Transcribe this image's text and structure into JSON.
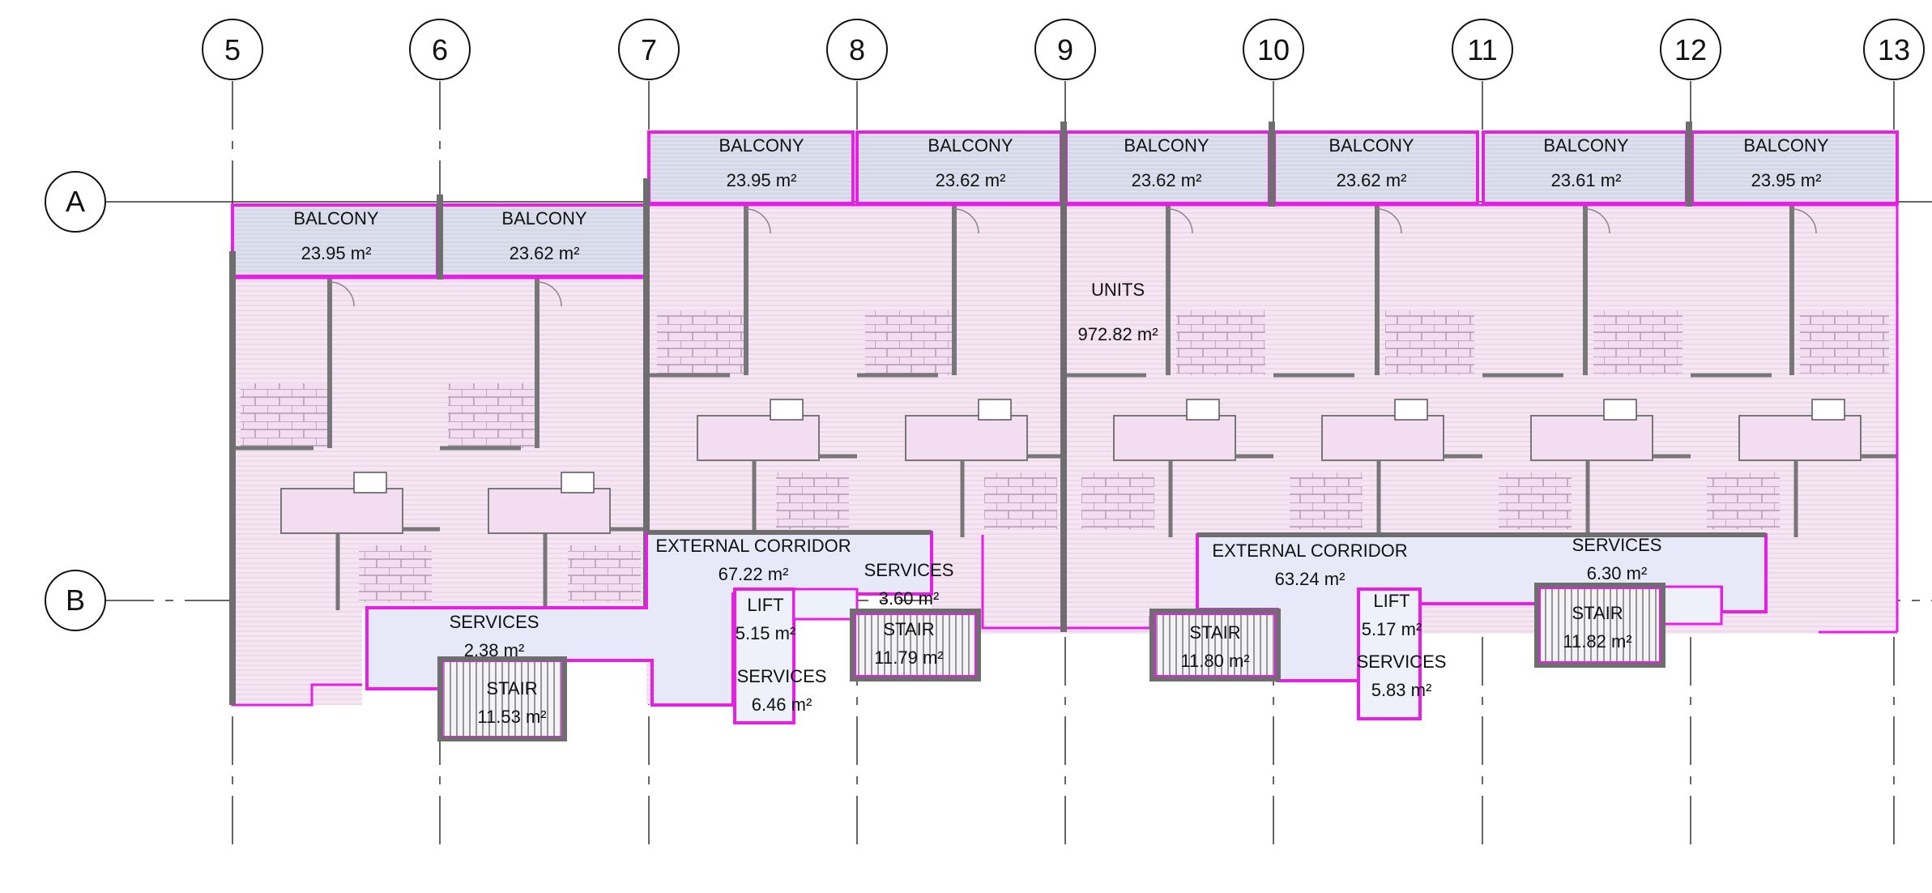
{
  "colors": {
    "unit_fill": "#f6e6f4",
    "area_outline": "#e61ee6",
    "balcony_fill": "#dde0ec",
    "corridor_fill": "#e7e9f8",
    "wall": "#6e6e6e",
    "grid_line": "#333333"
  },
  "grid": {
    "columns": [
      "5",
      "6",
      "7",
      "8",
      "9",
      "10",
      "11",
      "12",
      "13"
    ],
    "rows": [
      "A",
      "B"
    ]
  },
  "rooms": {
    "balcony_5_6": {
      "name": "BALCONY",
      "area": "23.95 m²"
    },
    "balcony_6_7": {
      "name": "BALCONY",
      "area": "23.62 m²"
    },
    "balcony_7_8": {
      "name": "BALCONY",
      "area": "23.95 m²"
    },
    "balcony_8_9": {
      "name": "BALCONY",
      "area": "23.62 m²"
    },
    "balcony_9_10": {
      "name": "BALCONY",
      "area": "23.62 m²"
    },
    "balcony_10_11": {
      "name": "BALCONY",
      "area": "23.62 m²"
    },
    "balcony_11_12": {
      "name": "BALCONY",
      "area": "23.61 m²"
    },
    "balcony_12_13": {
      "name": "BALCONY",
      "area": "23.95 m²"
    },
    "units": {
      "name": "UNITS",
      "area": "972.82 m²"
    },
    "corridor_west": {
      "name": "EXTERNAL CORRIDOR",
      "area": "67.22 m²"
    },
    "corridor_east": {
      "name": "EXTERNAL CORRIDOR",
      "area": "63.24 m²"
    },
    "services_1": {
      "name": "SERVICES",
      "area": "2.38 m²"
    },
    "services_2": {
      "name": "SERVICES",
      "area": "3.60 m²"
    },
    "services_3": {
      "name": "SERVICES",
      "area": "6.46 m²"
    },
    "services_4": {
      "name": "SERVICES",
      "area": "5.83 m²"
    },
    "services_5": {
      "name": "SERVICES",
      "area": "6.30 m²"
    },
    "lift_1": {
      "name": "LIFT",
      "area": "5.15 m²"
    },
    "lift_2": {
      "name": "LIFT",
      "area": "5.17 m²"
    },
    "stair_1": {
      "name": "STAIR",
      "area": "11.53 m²"
    },
    "stair_2": {
      "name": "STAIR",
      "area": "11.79 m²"
    },
    "stair_3": {
      "name": "STAIR",
      "area": "11.80 m²"
    },
    "stair_4": {
      "name": "STAIR",
      "area": "11.82 m²"
    }
  }
}
